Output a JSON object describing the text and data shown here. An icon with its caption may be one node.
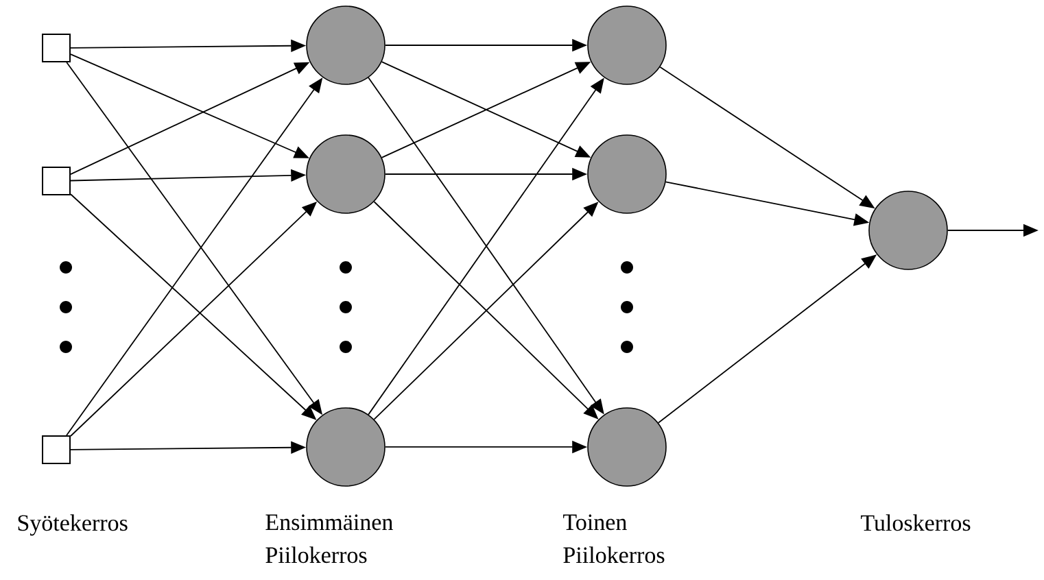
{
  "diagram": {
    "nodes": [
      {
        "text": [],
        "shape": "box"
      },
      {
        "text": [],
        "shape": "box"
      },
      {
        "text": [],
        "shape": "box"
      },
      {
        "text": [],
        "shape": "circle"
      },
      {
        "text": [],
        "shape": "circle"
      },
      {
        "text": [],
        "shape": "circle"
      },
      {
        "text": [],
        "shape": "circle"
      },
      {
        "text": [],
        "shape": "circle"
      },
      {
        "text": [],
        "shape": "circle"
      },
      {
        "text": [],
        "shape": "circle"
      }
    ],
    "edges": [
      {
        "from": 0,
        "to": 3,
        "arrow": "to"
      },
      {
        "from": 0,
        "to": 4,
        "arrow": "to"
      },
      {
        "from": 0,
        "to": 5,
        "arrow": "to"
      },
      {
        "from": 1,
        "to": 3,
        "arrow": "to"
      },
      {
        "from": 1,
        "to": 4,
        "arrow": "to"
      },
      {
        "from": 1,
        "to": 5,
        "arrow": "to"
      },
      {
        "from": 2,
        "to": 3,
        "arrow": "to"
      },
      {
        "from": 2,
        "to": 4,
        "arrow": "to"
      },
      {
        "from": 2,
        "to": 5,
        "arrow": "to"
      },
      {
        "from": 3,
        "to": 6,
        "arrow": "to"
      },
      {
        "from": 3,
        "to": 7,
        "arrow": "to"
      },
      {
        "from": 3,
        "to": 8,
        "arrow": "to"
      },
      {
        "from": 4,
        "to": 6,
        "arrow": "to"
      },
      {
        "from": 4,
        "to": 7,
        "arrow": "to"
      },
      {
        "from": 4,
        "to": 8,
        "arrow": "to"
      },
      {
        "from": 5,
        "to": 6,
        "arrow": "to"
      },
      {
        "from": 5,
        "to": 7,
        "arrow": "to"
      },
      {
        "from": 5,
        "to": 8,
        "arrow": "to"
      },
      {
        "from": 6,
        "to": 9,
        "arrow": "to"
      },
      {
        "from": 7,
        "to": 9,
        "arrow": "to"
      },
      {
        "from": 8,
        "to": 9,
        "arrow": "to"
      },
      {
        "from": 9,
        "to": null,
        "arrow": "to"
      }
    ],
    "labels": [
      "Syötekerros",
      "Ensimmäinen Piilokerros",
      "Toinen Piilokerros",
      "Tuloskerros"
    ]
  }
}
